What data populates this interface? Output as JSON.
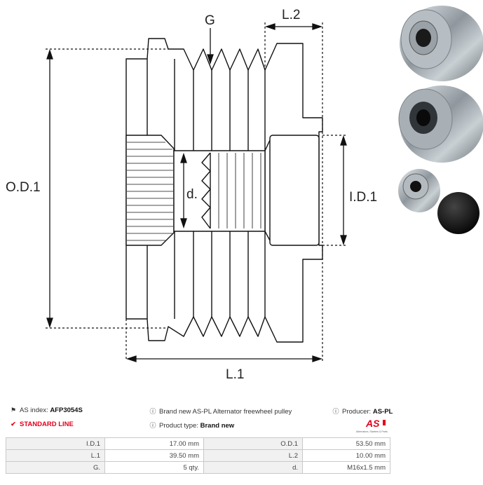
{
  "drawing": {
    "labels": {
      "g": "G",
      "l2": "L.2",
      "od1": "O.D.1",
      "id1": "I.D.1",
      "d": "d.",
      "l1": "L.1"
    }
  },
  "info": {
    "as_index_label": "AS index:",
    "as_index_value": "AFP3054S",
    "description": "Brand new AS-PL Alternator freewheel pulley",
    "producer_label": "Producer:",
    "producer_value": "AS-PL",
    "line": "STANDARD LINE",
    "product_type_label": "Product type:",
    "product_type_value": "Brand new"
  },
  "logo": {
    "text": "AS",
    "tagline": "Alternators, Starters & Parts",
    "color": "#e3001b"
  },
  "specs": [
    {
      "label": "I.D.1",
      "value": "17.00 mm",
      "label2": "O.D.1",
      "value2": "53.50 mm"
    },
    {
      "label": "L.1",
      "value": "39.50 mm",
      "label2": "L.2",
      "value2": "10.00 mm"
    },
    {
      "label": "G.",
      "value": "5 qty.",
      "label2": "d.",
      "value2": "M16x1.5 mm"
    }
  ],
  "colors": {
    "accent": "#e3001b",
    "line": "#111111",
    "table_border": "#c9c9c9"
  }
}
